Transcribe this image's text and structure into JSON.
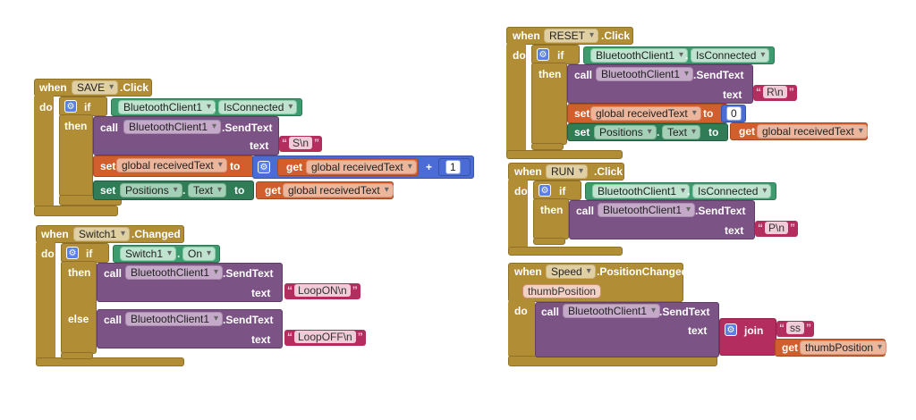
{
  "kw": {
    "when": "when",
    "do": "do",
    "if": "if",
    "then": "then",
    "else": "else",
    "call": "call",
    "set": "set",
    "to": "to",
    "get": "get",
    "text": "text",
    "join": "join",
    "dot": "."
  },
  "save": {
    "component": "SAVE",
    "event": ".Click",
    "client": "BluetoothClient1",
    "isConnected": "IsConnected",
    "sendText": ".SendText",
    "text": "S\\n",
    "varName": "global receivedText",
    "getVar": "global receivedText",
    "plus": "+",
    "one": "1",
    "positions": "Positions",
    "textProp": "Text",
    "getVar2": "global receivedText"
  },
  "switch": {
    "component": "Switch1",
    "event": ".Changed",
    "switchComp": "Switch1",
    "on": "On",
    "client": "BluetoothClient1",
    "sendText": ".SendText",
    "text1": "LoopON\\n",
    "client2": "BluetoothClient1",
    "sendText2": ".SendText",
    "text2": "LoopOFF\\n"
  },
  "reset": {
    "component": "RESET",
    "event": ".Click",
    "client": "BluetoothClient1",
    "isConnected": "IsConnected",
    "sendText": ".SendText",
    "text": "R\\n",
    "varName": "global receivedText",
    "zero": "0",
    "positions": "Positions",
    "textProp": "Text",
    "getVar": "global receivedText"
  },
  "run": {
    "component": "RUN",
    "event": ".Click",
    "client": "BluetoothClient1",
    "isConnected": "IsConnected",
    "sendText": ".SendText",
    "text": "P\\n"
  },
  "speed": {
    "component": "Speed",
    "event": ".PositionChanged",
    "param": "thumbPosition",
    "client": "BluetoothClient1",
    "sendText": ".SendText",
    "ss": "ss",
    "getParam": "thumbPosition"
  },
  "icons": {
    "gear": "gear-icon",
    "dropdown": "chevron-down-icon"
  },
  "colors": {
    "event": "#b18e35",
    "procedure": "#7c5385",
    "component": "#2f7c56",
    "variable": "#d05f2d",
    "math": "#4a6cd4",
    "text": "#b32d5e"
  }
}
